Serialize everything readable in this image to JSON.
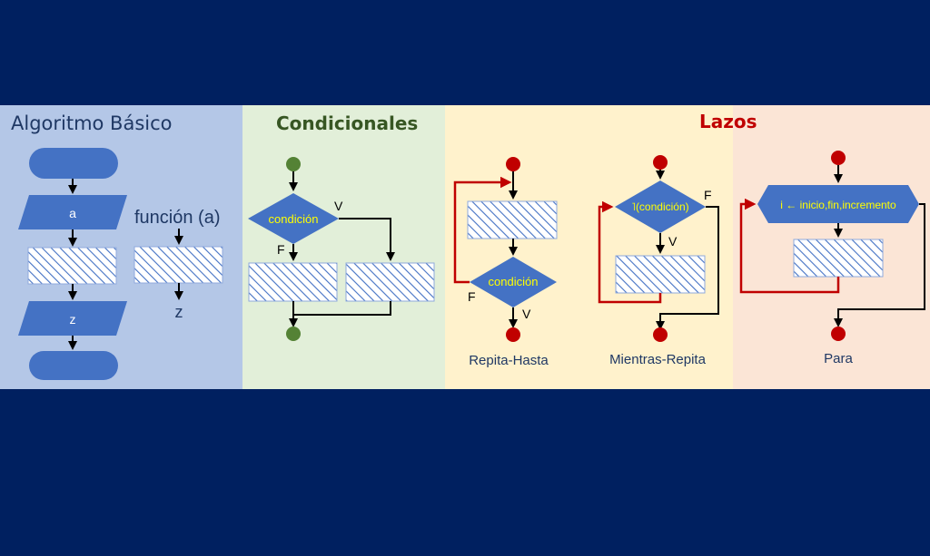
{
  "panels": {
    "basic": {
      "title": "Algoritmo Básico",
      "input_label": "a",
      "output_label": "z",
      "function_label": "función (a)",
      "function_output": "z"
    },
    "conditionals": {
      "title": "Condicionales",
      "condition_label": "condición",
      "true_label": "V",
      "false_label": "F"
    },
    "loops": {
      "title": "Lazos",
      "repeat_until": {
        "condition_label": "condición",
        "true_label": "V",
        "false_label": "F",
        "caption": "Repita-Hasta"
      },
      "while": {
        "condition_label": "˥(condición)",
        "true_label": "V",
        "false_label": "F",
        "caption": "Mientras-Repita"
      },
      "for": {
        "header_label": "i ← inicio,fin,incremento",
        "caption": "Para"
      }
    }
  },
  "colors": {
    "background": "#002060",
    "basic_panel": "#b4c7e7",
    "conditional_panel": "#e2efd9",
    "loops_panel": "#fff2cc",
    "for_panel": "#fbe5d6",
    "shape_fill": "#4472c4",
    "condition_text": "#ffff00",
    "conditional_title": "#375623",
    "loops_title": "#c00000",
    "basic_title": "#1f3864",
    "start_node_green": "#548235",
    "start_node_red": "#c00000",
    "loop_arrow_red": "#c00000",
    "hatch": "#4472c4"
  }
}
